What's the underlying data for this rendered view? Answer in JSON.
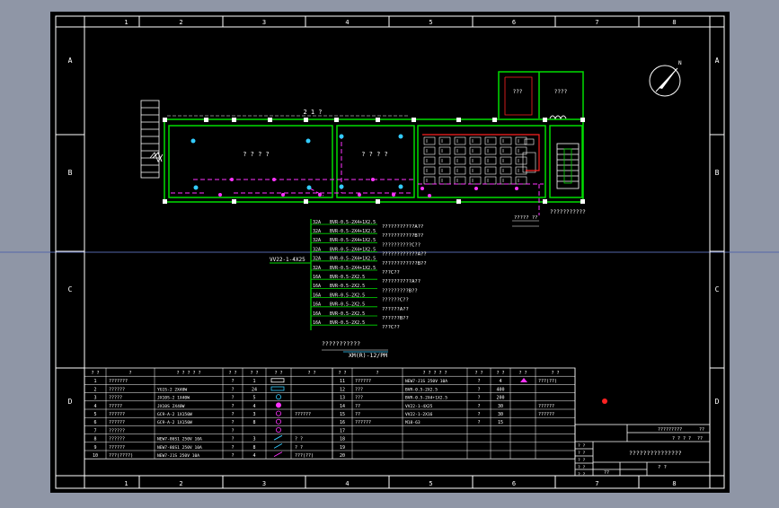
{
  "frame": {
    "col_labels": [
      "1",
      "2",
      "3",
      "4",
      "5",
      "6",
      "7",
      "8"
    ],
    "row_labels": [
      "A",
      "B",
      "C",
      "D"
    ]
  },
  "colors": {
    "background": "#000000",
    "outer_bg": "#8f96a6",
    "line": "#ffffff",
    "wall": "#00dd00",
    "cable": "#ff33ff",
    "fixture": "#33ccff",
    "accent": "#ff2222",
    "text": "#ffffff"
  },
  "plan": {
    "top_dim": "2 1 ?",
    "room1_label": "? ? ? ?",
    "room2_label": "? ? ? ?",
    "small_room1": "???",
    "small_room2": "????",
    "note_right": "???????????",
    "note_sub": "????? ??"
  },
  "north_label": "N",
  "feeder": {
    "source_label": "VV22-1-4X25",
    "rows": [
      {
        "rating": "32A",
        "cable": "BVR-0.5-2X4+1X2.5",
        "desc": "???????????A??"
      },
      {
        "rating": "32A",
        "cable": "BVR-0.5-2X4+1X2.5",
        "desc": "???????????B??"
      },
      {
        "rating": "32A",
        "cable": "BVR-0.5-2X4+1X2.5",
        "desc": "??????????C??"
      },
      {
        "rating": "32A",
        "cable": "BVR-0.5-2X4+1X2.5",
        "desc": "????????????A??"
      },
      {
        "rating": "32A",
        "cable": "BVR-0.5-2X4+1X2.5",
        "desc": "????????????B??"
      },
      {
        "rating": "32A",
        "cable": "BVR-0.5-2X4+1X2.5",
        "desc": "???C??"
      },
      {
        "rating": "16A",
        "cable": "BVR-0.5-2X2.5",
        "desc": "??????????A??"
      },
      {
        "rating": "16A",
        "cable": "BVR-0.5-2X2.5",
        "desc": "?????????B??"
      },
      {
        "rating": "16A",
        "cable": "BVR-0.5-2X2.5",
        "desc": "??????C??"
      },
      {
        "rating": "16A",
        "cable": "BVR-0.5-2X2.5",
        "desc": "??????A??"
      },
      {
        "rating": "16A",
        "cable": "BVR-0.5-2X2.5",
        "desc": "??????B??"
      },
      {
        "rating": "16A",
        "cable": "BVR-0.5-2X2.5",
        "desc": "???C??"
      }
    ],
    "bottom_label": "???????????",
    "panel_name": "XM(R)-12/PM"
  },
  "legend": {
    "headers": [
      "? ?",
      "?",
      "? ? ? ? ?",
      "? ?",
      "? ?",
      "? ?",
      "? ?",
      "? ?",
      "?",
      "? ? ? ? ?",
      "? ?",
      "? ?",
      "? ?",
      "? ?"
    ],
    "left_rows": [
      {
        "no": "1",
        "name": "???????",
        "model": "",
        "unit": "?",
        "qty": "1",
        "sym": "",
        "note": ""
      },
      {
        "no": "2",
        "name": "??????",
        "model": "YG1S-2  2X40W",
        "unit": "?",
        "qty": "24",
        "sym": "",
        "note": ""
      },
      {
        "no": "3",
        "name": "?????",
        "model": "JX10S-2  1X40W",
        "unit": "?",
        "qty": "5",
        "sym": "",
        "note": ""
      },
      {
        "no": "4",
        "name": "?????",
        "model": "JX10S  2X40W",
        "unit": "?",
        "qty": "4",
        "sym": "",
        "note": ""
      },
      {
        "no": "5",
        "name": "??????",
        "model": "GC9-A-2  1X150W",
        "unit": "?",
        "qty": "3",
        "sym": "",
        "note": "??????"
      },
      {
        "no": "6",
        "name": "??????",
        "model": "GC9-A-2  1X150W",
        "unit": "?",
        "qty": "8",
        "sym": "",
        "note": ""
      },
      {
        "no": "7",
        "name": "??????",
        "model": "",
        "unit": "?",
        "qty": "",
        "sym": "",
        "note": ""
      },
      {
        "no": "8",
        "name": "??????",
        "model": "NEW7-86S1 250V 10A",
        "unit": "?",
        "qty": "3",
        "sym": "",
        "note": "?  ?"
      },
      {
        "no": "9",
        "name": "??????",
        "model": "NEW7-86S1 250V 10A",
        "unit": "?",
        "qty": "8",
        "sym": "",
        "note": "?  ?"
      },
      {
        "no": "10",
        "name": "???(????)",
        "model": "NEW7-J1S 250V 10A",
        "unit": "?",
        "qty": "4",
        "sym": "",
        "note": "???(??)"
      }
    ],
    "right_rows": [
      {
        "no": "11",
        "name": "??????",
        "model": "NEW7-J1S 250V 10A",
        "unit": "?",
        "qty": "4",
        "note": "???(??)"
      },
      {
        "no": "12",
        "name": "???",
        "model": "BVR-0.5-2X2.5",
        "unit": "?",
        "qty": "400",
        "note": ""
      },
      {
        "no": "13",
        "name": "???",
        "model": "BVR-0.5-2X4+1X2.5",
        "unit": "?",
        "qty": "200",
        "note": ""
      },
      {
        "no": "14",
        "name": "??",
        "model": "VV22-1-4X25",
        "unit": "?",
        "qty": "30",
        "note": "??????"
      },
      {
        "no": "15",
        "name": "??",
        "model": "VV22-1-2X16",
        "unit": "?",
        "qty": "30",
        "note": "??????"
      },
      {
        "no": "16",
        "name": "??????",
        "model": "M18-63",
        "unit": "?",
        "qty": "15",
        "note": ""
      },
      {
        "no": "17",
        "name": "",
        "model": "",
        "unit": "",
        "qty": "",
        "note": ""
      },
      {
        "no": "18",
        "name": "",
        "model": "",
        "unit": "",
        "qty": "",
        "note": ""
      },
      {
        "no": "19",
        "name": "",
        "model": "",
        "unit": "",
        "qty": "",
        "note": ""
      },
      {
        "no": "20",
        "name": "",
        "model": "",
        "unit": "",
        "qty": "",
        "note": ""
      }
    ]
  },
  "title_block": {
    "code": "?????????",
    "code_suffix": "??",
    "sheet": "? ? ? ?",
    "sheet_no": "??",
    "drawing_title": "???????????????",
    "left_cells": [
      "? ?",
      "? ?",
      "? ?",
      "? ?",
      "? ?"
    ],
    "bottom_mid": "??",
    "bottom_right": "? ?"
  }
}
